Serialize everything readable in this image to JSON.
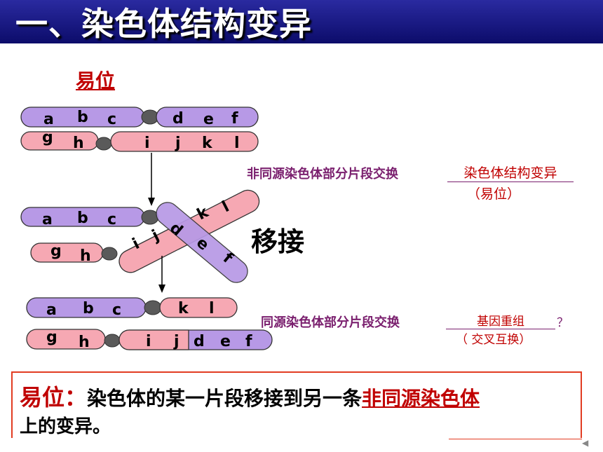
{
  "slide": {
    "title": "一、染色体结构变异",
    "section": "易位",
    "move_label": "移接",
    "q1": "非同源染色体部分片段交换",
    "a1": "染色体结构变异",
    "a1_paren": "（易位）",
    "q2": "同源染色体部分片段交换",
    "a2": "基因重组",
    "a2_suffix": "？",
    "a2_paren": "（ 交叉互换）",
    "definition": {
      "term": "易位：",
      "body": "染色体的某一片段移接到另一条",
      "emphasis": "非同源染色体",
      "line2": "上的变异。"
    }
  },
  "genes": {
    "c1": [
      "a",
      "b",
      "c",
      "d",
      "e",
      "f"
    ],
    "c2": [
      "g",
      "h",
      "i",
      "j",
      "k",
      "l"
    ],
    "mid_top": [
      "a",
      "b",
      "c"
    ],
    "mid_bottom": [
      "g",
      "h"
    ],
    "diag_ijkl": [
      "i",
      "j",
      "k",
      "l"
    ],
    "diag_def": [
      "d",
      "e",
      "f"
    ],
    "r1": [
      "a",
      "b",
      "c",
      "k",
      "l"
    ],
    "r2": [
      "g",
      "h",
      "i",
      "j",
      "d",
      "e",
      "f"
    ]
  },
  "colors": {
    "purple": "#b799e6",
    "pink": "#f6a8b3",
    "centromere": "#5a5a5a",
    "header": "#0c0c6a",
    "accent_red": "#c00000",
    "question": "#7a1f6e"
  },
  "icons": {
    "next": "triangle-left-icon"
  }
}
